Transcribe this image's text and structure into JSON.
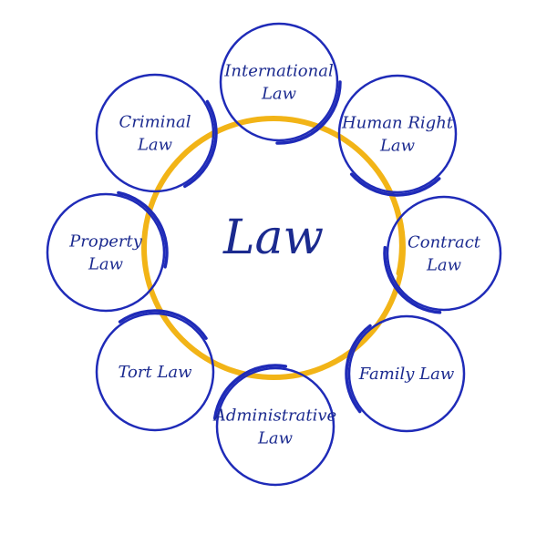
{
  "diagram": {
    "center_label": "Law",
    "colors": {
      "node_stroke": "#1f2bb8",
      "center_ring": "#f2b417",
      "text": "#1b2a8f"
    },
    "nodes": [
      {
        "id": "international-law",
        "lines": [
          "International",
          "Law"
        ]
      },
      {
        "id": "human-right-law",
        "lines": [
          "Human Right",
          "Law"
        ]
      },
      {
        "id": "contract-law",
        "lines": [
          "Contract",
          "Law"
        ]
      },
      {
        "id": "family-law",
        "lines": [
          "Family Law"
        ]
      },
      {
        "id": "administrative-law",
        "lines": [
          "Administrative",
          "Law"
        ]
      },
      {
        "id": "tort-law",
        "lines": [
          "Tort Law"
        ]
      },
      {
        "id": "property-law",
        "lines": [
          "Property",
          "Law"
        ]
      },
      {
        "id": "criminal-law",
        "lines": [
          "Criminal",
          "Law"
        ]
      }
    ]
  }
}
